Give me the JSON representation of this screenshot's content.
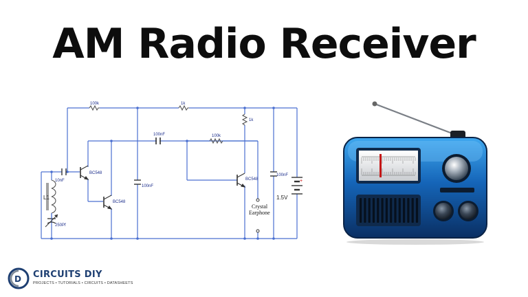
{
  "title": "AM Radio Receiver",
  "schematic": {
    "labels": {
      "r1": "100k",
      "r2": "1k",
      "r3": "1k",
      "r4": "100k",
      "c_in": "10nF",
      "c_mid": "100nF",
      "c_top": "100nF",
      "c_right": "100nF",
      "var_cap": "250Pf",
      "coil": "L1",
      "q1": "BC548",
      "q2": "BC548",
      "q3": "BC548",
      "battery": "1.5V",
      "earphone_line1": "Crystal",
      "earphone_line2": "Earphone"
    },
    "wire_color": "#4a6fd0"
  },
  "logo": {
    "name": "CIRCUITS DIY",
    "tagline": "PROJECTS • TUTORIALS • CIRCUITS • DATASHEETS"
  },
  "radio": {
    "body_color": "#1565b8",
    "icon": "vintage-radio-icon"
  }
}
